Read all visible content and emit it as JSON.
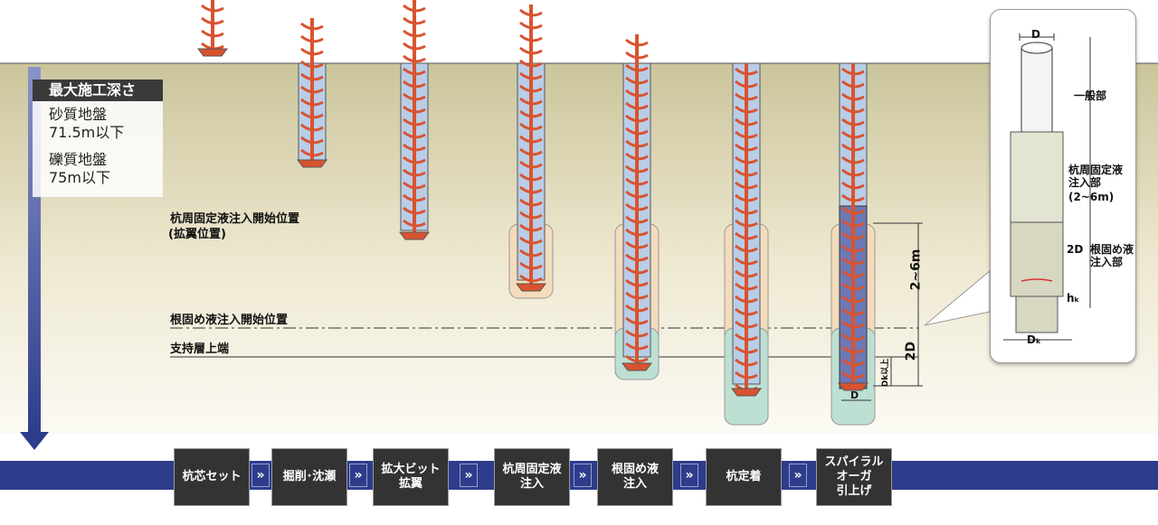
{
  "info": {
    "title": "最大施工深さ",
    "sand_label": "砂質地盤",
    "sand_value": "71.5m以下",
    "gravel_label": "礫質地盤",
    "gravel_value": "75m以下"
  },
  "labels": {
    "wing_start": "杭周固定液注入開始位置",
    "wing_start_sub": "(拡翼位置)",
    "root_start": "根固め液注入開始位置",
    "bearing_top": "支持層上端",
    "dim_2_6m": "2~6m",
    "dim_2d": "2D",
    "dim_dk": "Dk以上",
    "dim_d": "D"
  },
  "detail": {
    "d_label": "D",
    "general": "一般部",
    "wing_part": "杭周固定液注入部",
    "wing_part_range": "(2~6m)",
    "two_d": "2D",
    "root_part": "根固め液注入部",
    "hk": "hₖ",
    "dk": "Dₖ"
  },
  "steps": [
    {
      "label": "杭芯セット"
    },
    {
      "label": "掘削･沈瀬"
    },
    {
      "label": "拡大ビット\n拡翼"
    },
    {
      "label": "杭周固定液\n注入"
    },
    {
      "label": "根固め液\n注入"
    },
    {
      "label": "杭定着"
    },
    {
      "label": "スパイラル\nオーガ\n引上げ"
    }
  ],
  "chevron_glyph": "»",
  "colors": {
    "ground_top": "#c9c39a",
    "ground_bottom": "#f6f3e6",
    "bar": "#2e3c8c",
    "auger": "#d9532f",
    "pipe": "#b9cde6",
    "root_zone": "#bde0d3",
    "wing_zone": "#f3dcbc"
  }
}
